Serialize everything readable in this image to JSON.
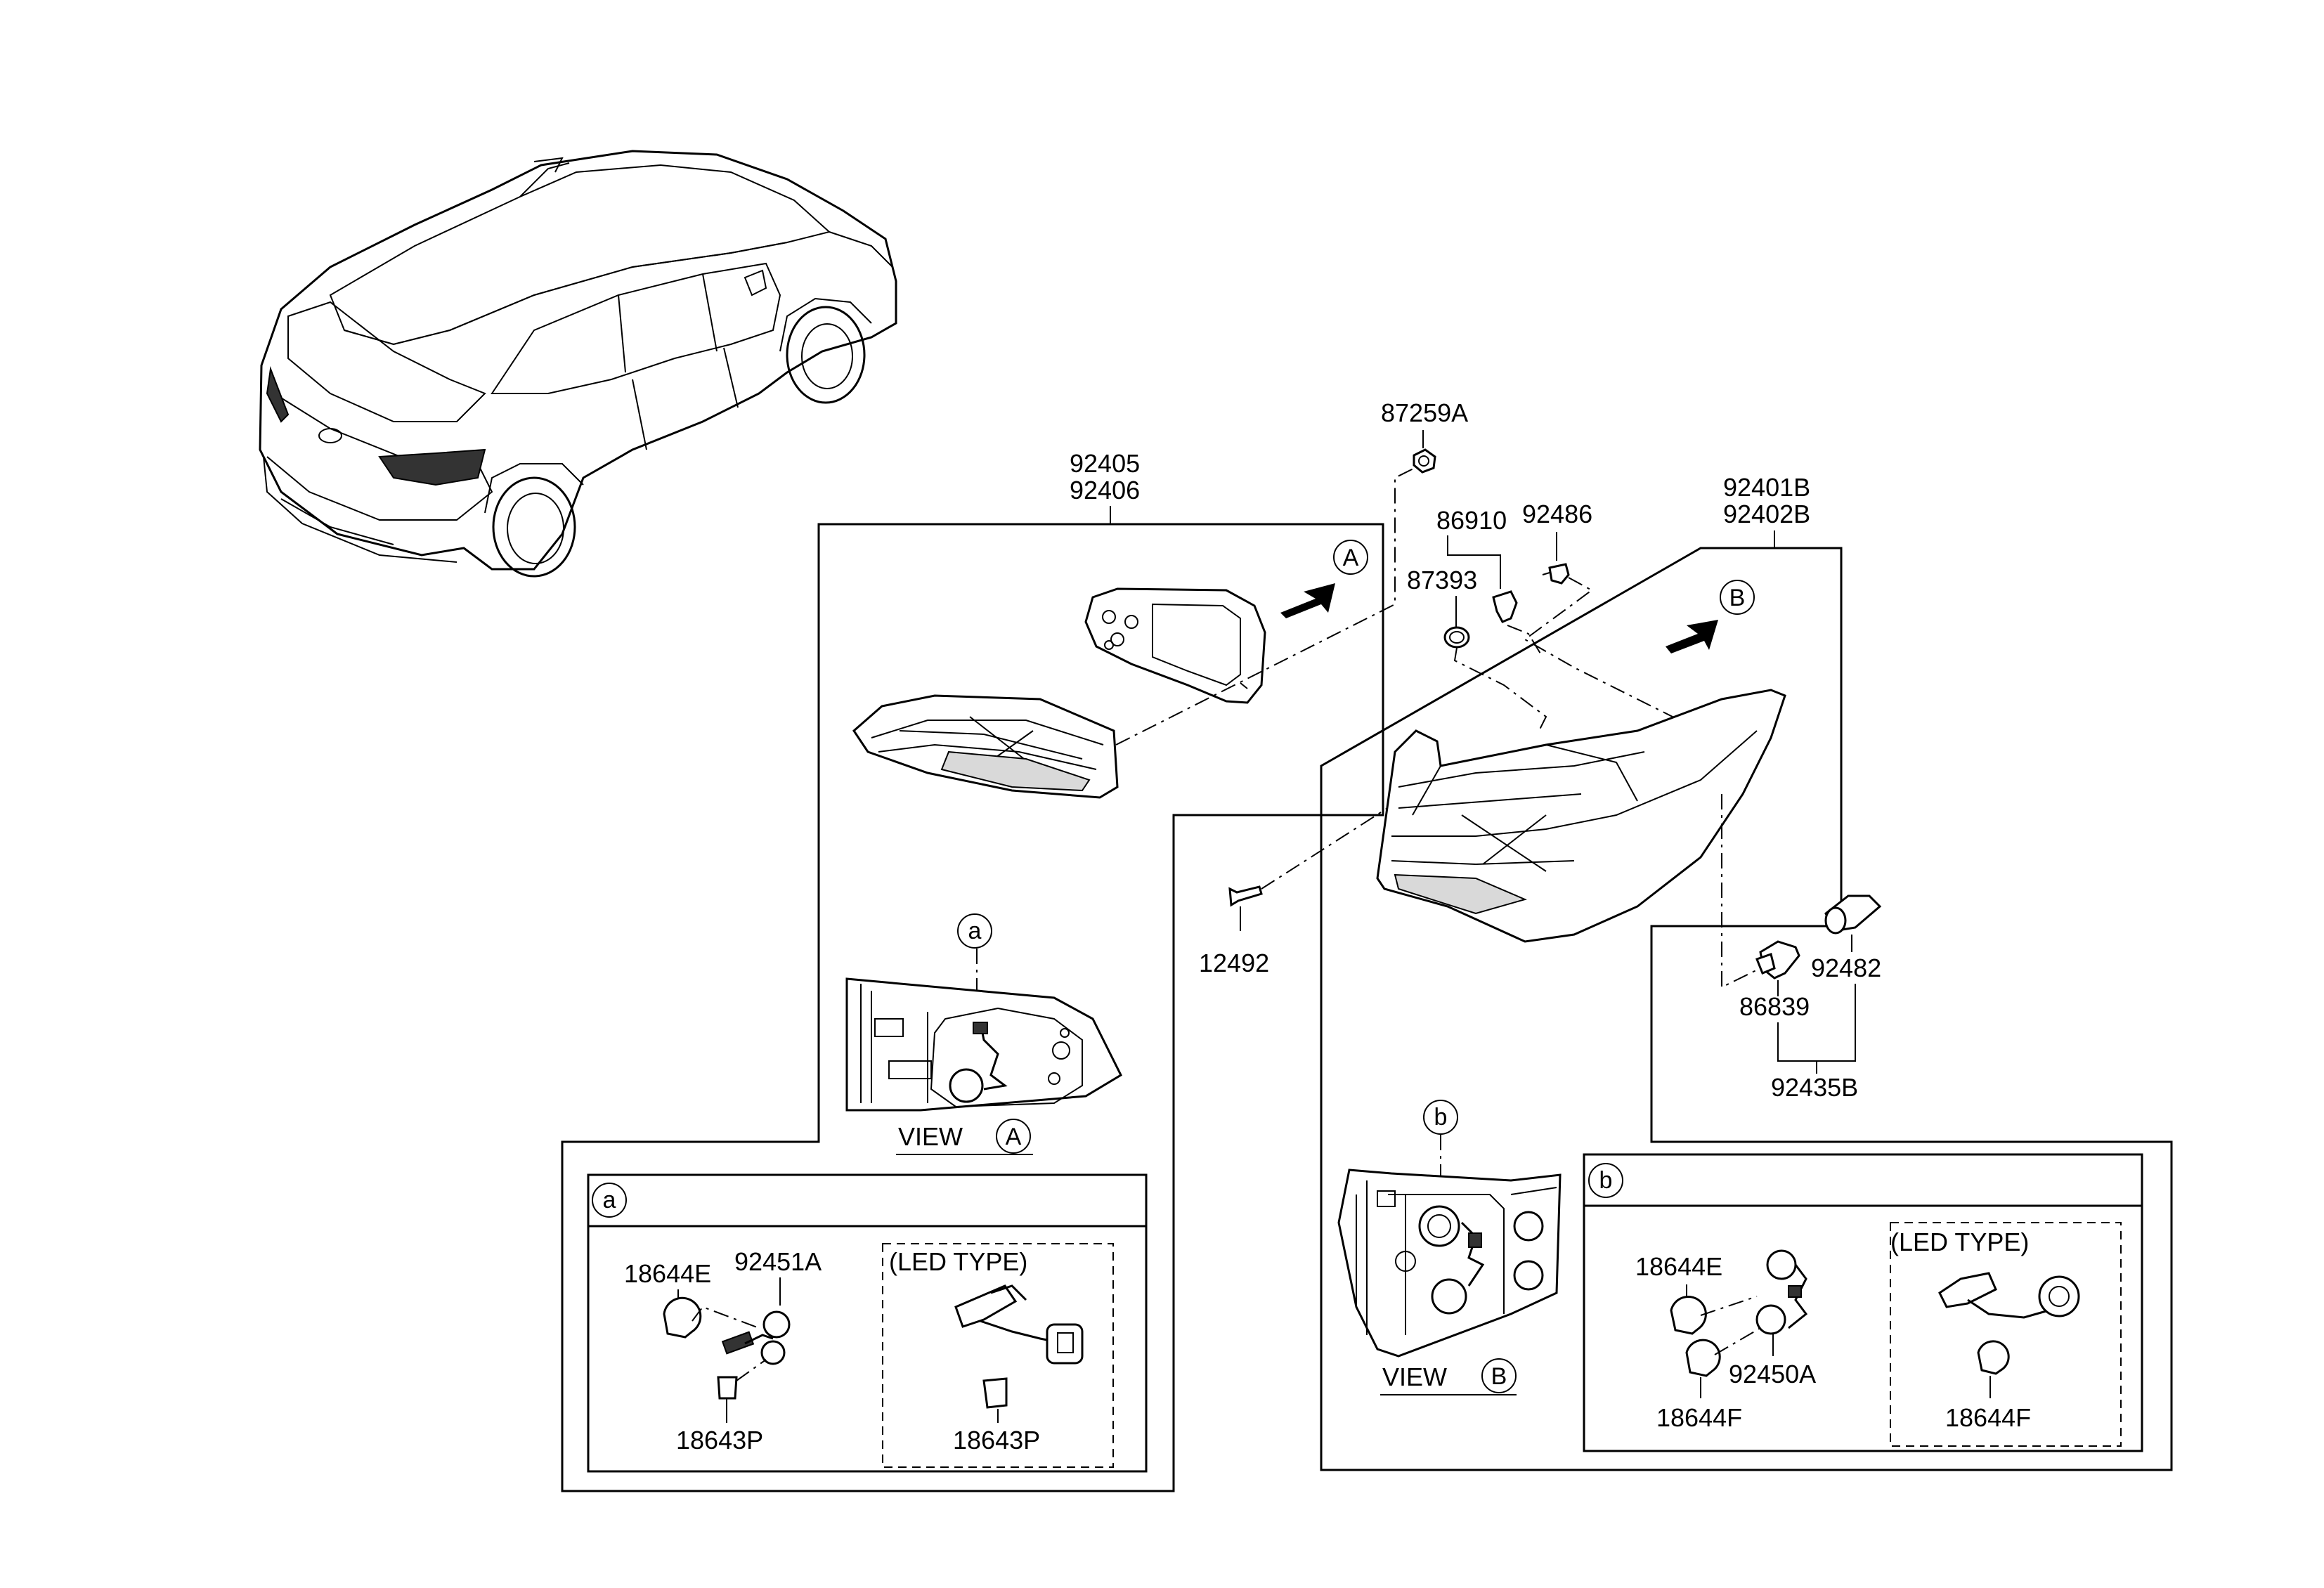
{
  "part_numbers": {
    "p87259A": "87259A",
    "p92405": "92405",
    "p92406": "92406",
    "p86910": "86910",
    "p92486": "92486",
    "p87393": "87393",
    "p92401B": "92401B",
    "p92402B": "92402B",
    "p12492": "12492",
    "p92482": "92482",
    "p86839": "86839",
    "p92435B": "92435B"
  },
  "callouts": {
    "A": "A",
    "B": "B",
    "a": "a",
    "b": "b"
  },
  "views": {
    "view_a_word": "VIEW",
    "view_b_word": "VIEW"
  },
  "detail_a": {
    "header": "a",
    "p18644E": "18644E",
    "p92451A": "92451A",
    "p18643P_left": "18643P",
    "led_type": "(LED TYPE)",
    "p18643P_right": "18643P"
  },
  "detail_b": {
    "header": "b",
    "p18644E": "18644E",
    "p92450A": "92450A",
    "p18644F_left": "18644F",
    "led_type": "(LED TYPE)",
    "p18644F_right": "18644F"
  }
}
